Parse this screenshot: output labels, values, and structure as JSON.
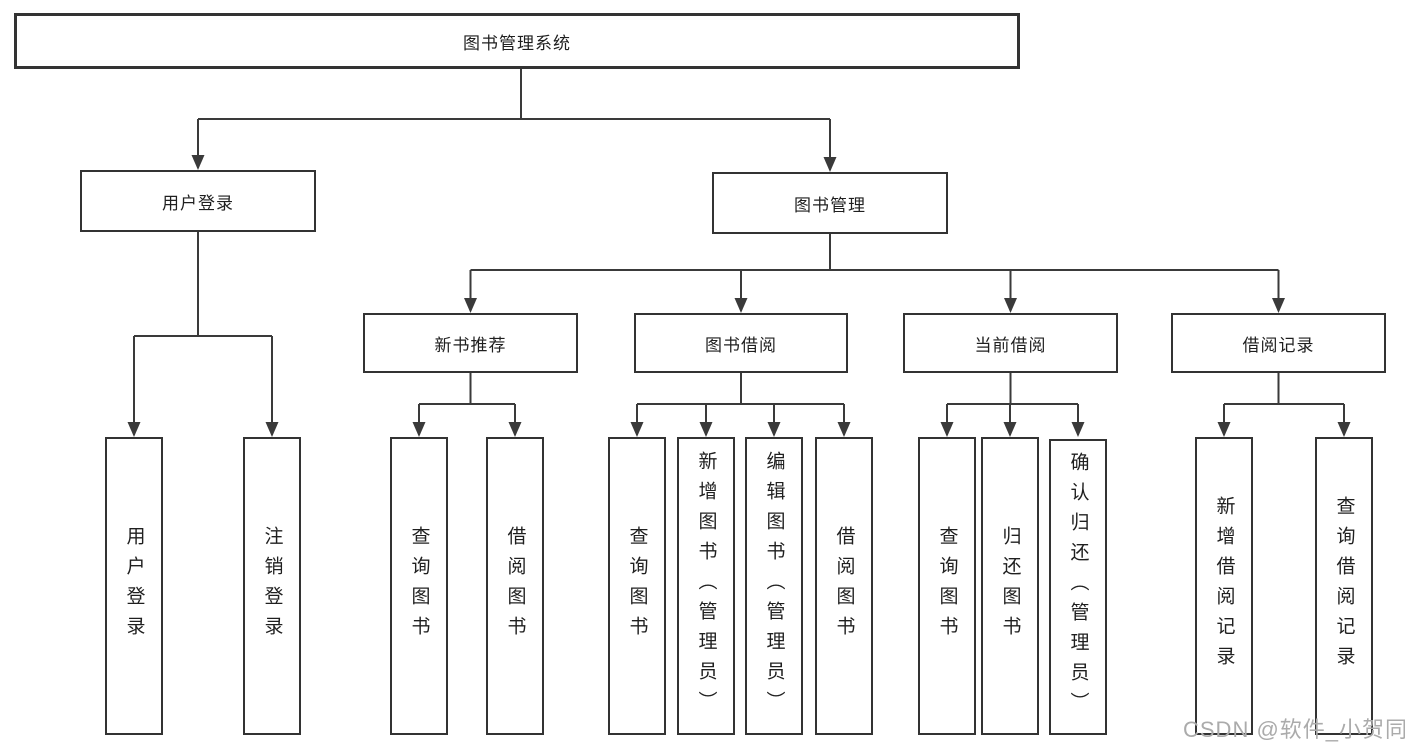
{
  "diagram": {
    "root": {
      "label": "图书管理系统"
    },
    "level2": [
      {
        "label": "用户登录"
      },
      {
        "label": "图书管理"
      }
    ],
    "level3": [
      {
        "label": "新书推荐"
      },
      {
        "label": "图书借阅"
      },
      {
        "label": "当前借阅"
      },
      {
        "label": "借阅记录"
      }
    ],
    "leaves": {
      "user_login": [
        "用户登录",
        "注销登录"
      ],
      "new_book": [
        "查询图书",
        "借阅图书"
      ],
      "book_borrow": [
        "查询图书",
        "新增图书（管理员）",
        "编辑图书（管理员）",
        "借阅图书"
      ],
      "current_borrow": [
        "查询图书",
        "归还图书",
        "确认归还（管理员）"
      ],
      "borrow_records": [
        "新增借阅记录",
        "查询借阅记录"
      ]
    },
    "watermark": "CSDN @软件_小贺同学",
    "colors": {
      "line": "#3a3a3a",
      "box_border": "#333333",
      "text": "#1f1f1f",
      "watermark": "#ababab",
      "background": "#ffffff"
    }
  }
}
